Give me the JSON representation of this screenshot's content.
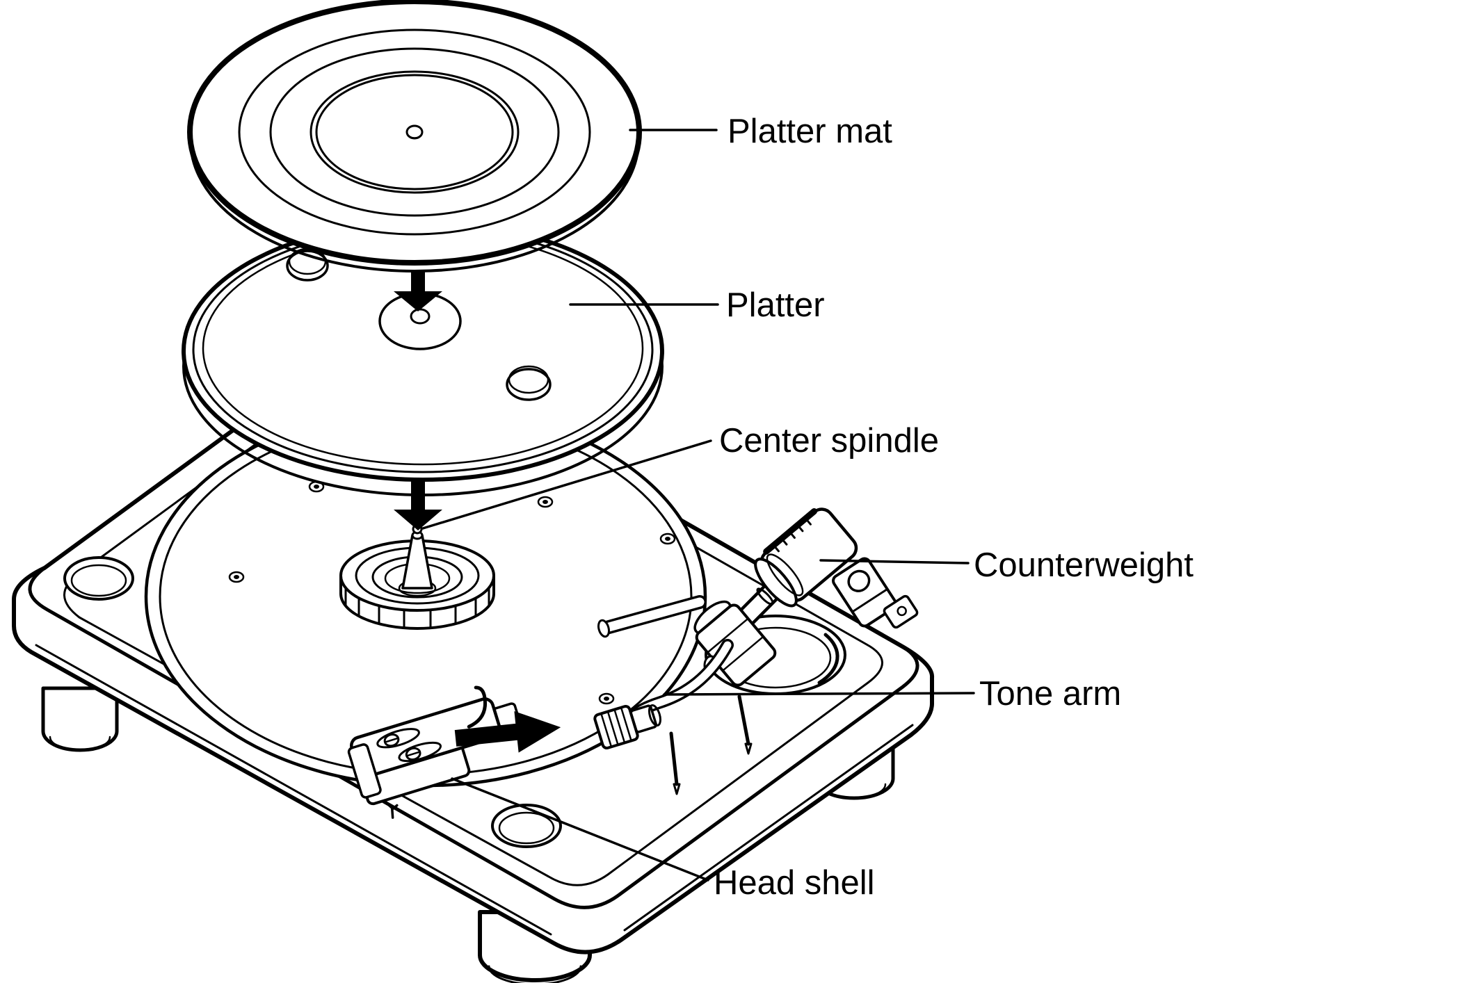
{
  "diagram": {
    "kind": "exploded-assembly-line-drawing",
    "subject": "turntable",
    "background_color": "#ffffff",
    "line_color": "#000000"
  },
  "labels": {
    "platter_mat": "Platter mat",
    "platter": "Platter",
    "center_spindle": "Center spindle",
    "counterweight": "Counterweight",
    "tone_arm": "Tone arm",
    "head_shell": "Head shell"
  },
  "icons": {
    "down_arrow_top": "down-arrow-icon",
    "down_arrow_bottom": "down-arrow-icon",
    "insert_arrow": "right-arrow-icon"
  }
}
